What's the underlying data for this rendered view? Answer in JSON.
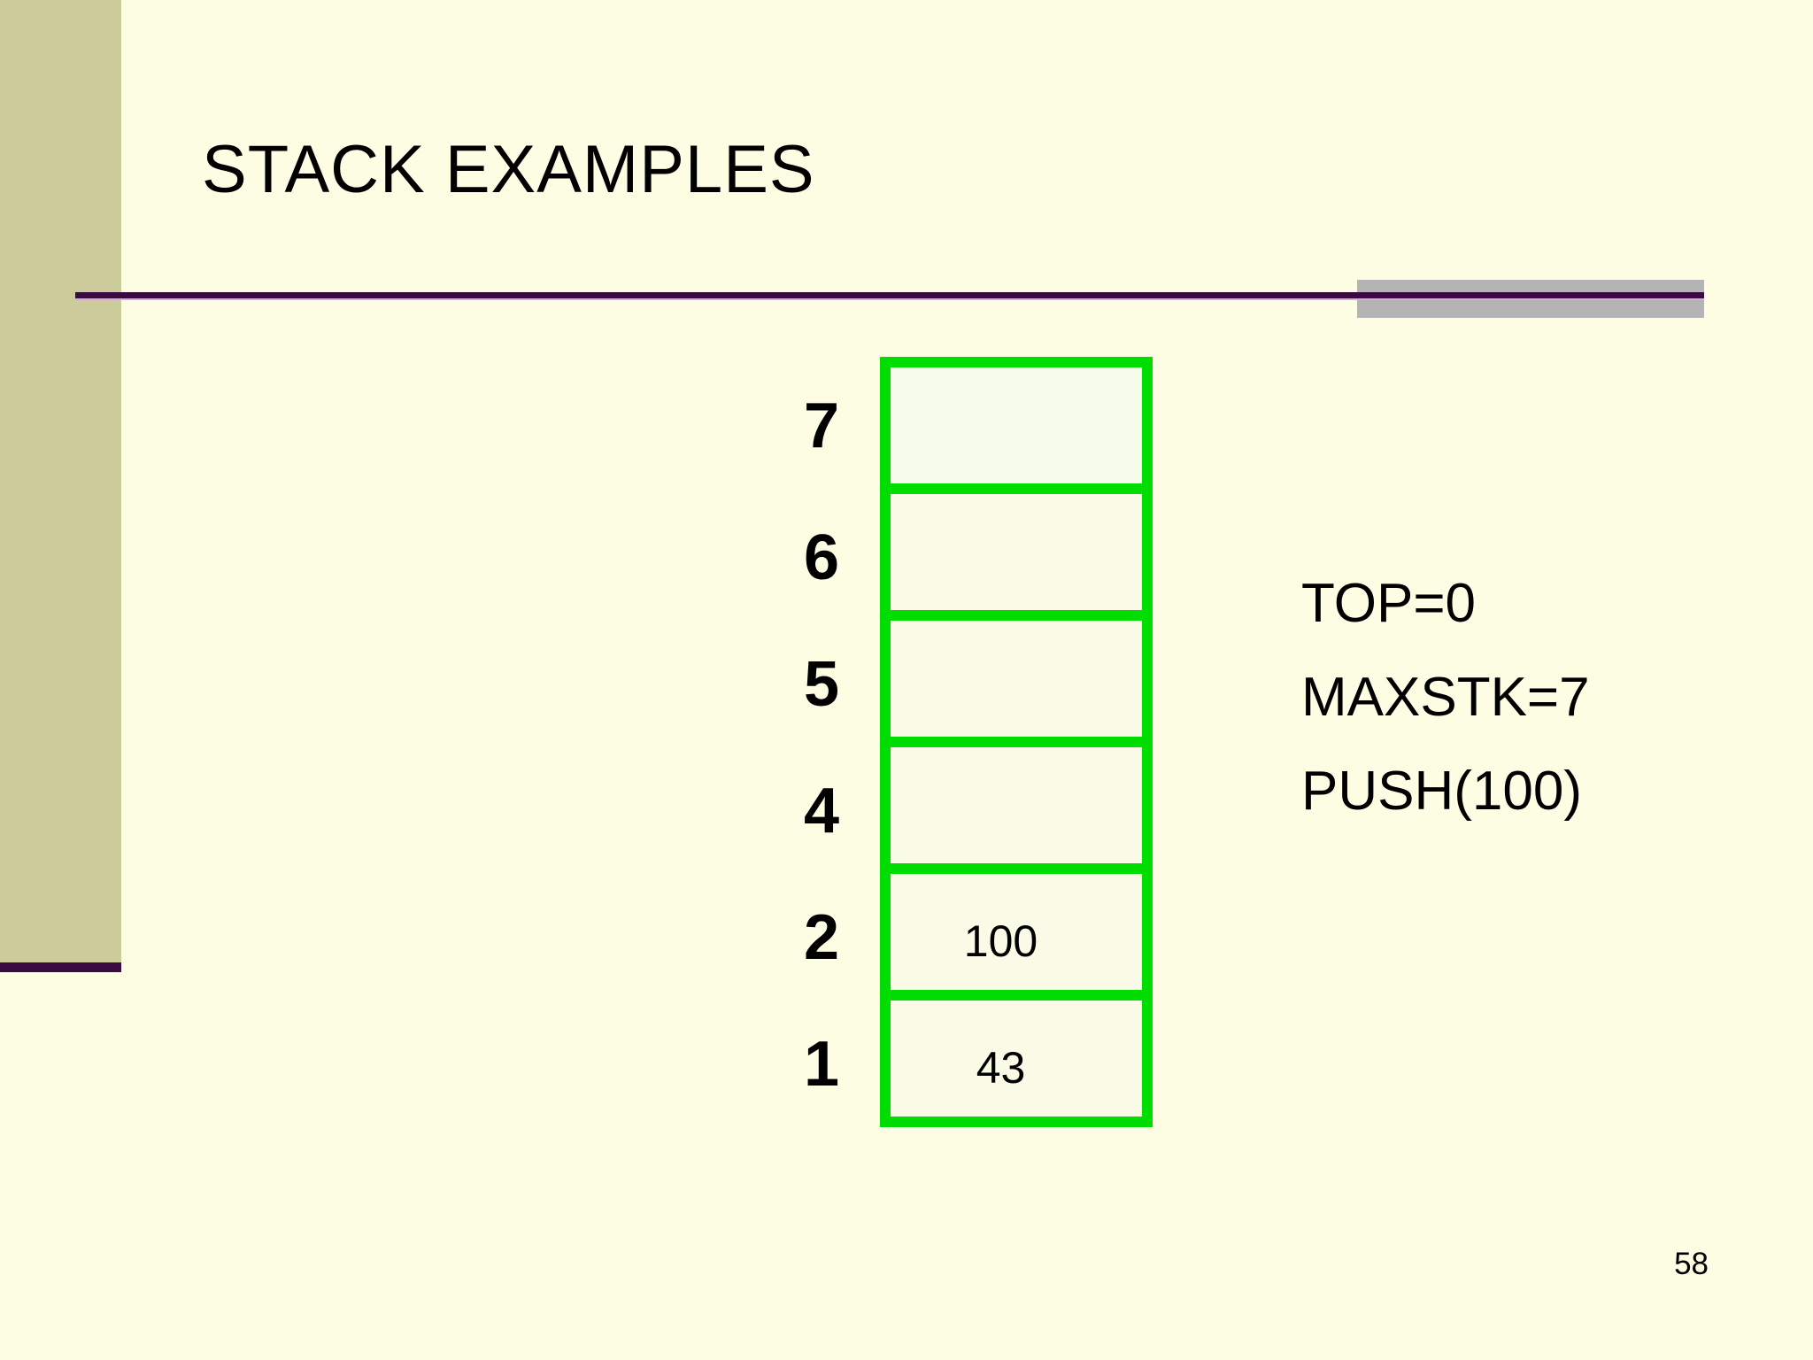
{
  "slide": {
    "title": "STACK EXAMPLES",
    "page_number": "58"
  },
  "stack": {
    "cells": [
      {
        "label": "7",
        "value": ""
      },
      {
        "label": "6",
        "value": ""
      },
      {
        "label": "5",
        "value": ""
      },
      {
        "label": "4",
        "value": ""
      },
      {
        "label": "2",
        "value": "100"
      },
      {
        "label": "1",
        "value": "43"
      }
    ]
  },
  "annotations": {
    "lines": [
      "TOP=0",
      "MAXSTK=7",
      "PUSH(100)"
    ]
  },
  "colors": {
    "background": "#FDFDE3",
    "sidebar_olive": "#CBCB9C",
    "stack_border_green": "#00DD00",
    "cell_fill": "#FAFBE6",
    "divider_purple": "#3A0B40",
    "accent_gray": "#B4B4B4",
    "text": "#000000"
  }
}
